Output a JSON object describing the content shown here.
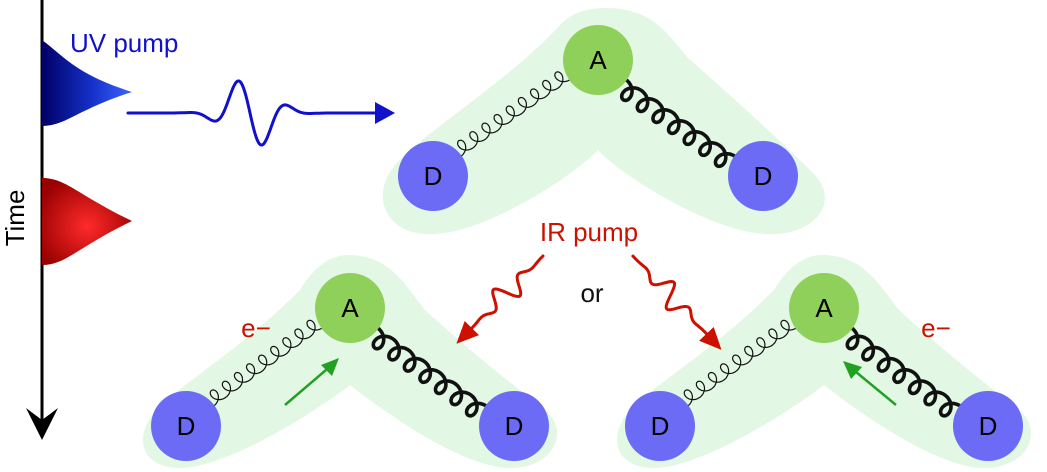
{
  "time_axis": {
    "label": "Time"
  },
  "uv": {
    "label": "UV pump",
    "color": "#1111cc"
  },
  "ir": {
    "label": "IR pump",
    "color": "#cc1100"
  },
  "or_label": "or",
  "electron_label": "e−",
  "atoms": {
    "donor": "D",
    "acceptor": "A"
  },
  "colors": {
    "donor": "#6b6bf5",
    "acceptor": "#8fd05a",
    "envelope": "#e2f8e4",
    "green_arrow": "#22a022",
    "spring": "#111111"
  }
}
